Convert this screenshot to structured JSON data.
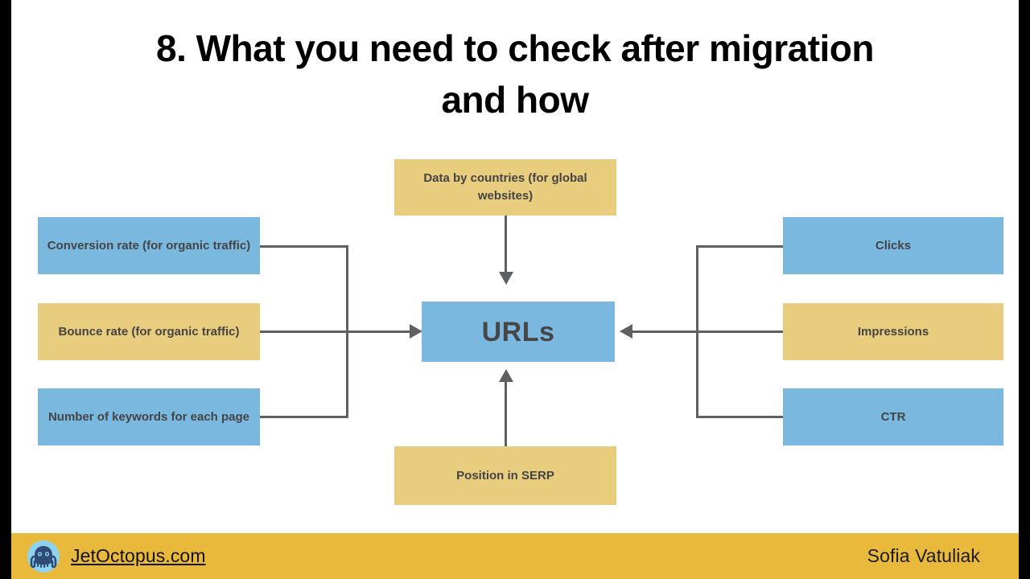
{
  "slide": {
    "title": "8. What you need to check after migration\nand how",
    "background": "#ffffff",
    "letterbox_color": "#000000"
  },
  "colors": {
    "blue": "#7ab8e0",
    "gold": "#e8cd7e",
    "connector": "#5f6062",
    "box_text": "#444444",
    "footer_bg": "#e9b93b",
    "logo_badge": "#8fd3ef",
    "logo_body": "#2f4b78"
  },
  "diagram": {
    "hub": {
      "label": "URLs",
      "color": "blue"
    },
    "top": {
      "label": "Data by countries (for global websites)",
      "color": "gold"
    },
    "bottom": {
      "label": "Position in SERP",
      "color": "gold"
    },
    "left": [
      {
        "label": "Conversion rate (for organic traffic)",
        "color": "blue"
      },
      {
        "label": "Bounce rate (for organic traffic)",
        "color": "gold"
      },
      {
        "label": "Number of keywords for each page",
        "color": "blue"
      }
    ],
    "right": [
      {
        "label": "Clicks",
        "color": "blue"
      },
      {
        "label": "Impressions",
        "color": "gold"
      },
      {
        "label": "CTR",
        "color": "blue"
      }
    ]
  },
  "footer": {
    "site": "JetOctopus.com",
    "author": "Sofia Vatuliak",
    "logo_icon": "octopus-icon"
  }
}
